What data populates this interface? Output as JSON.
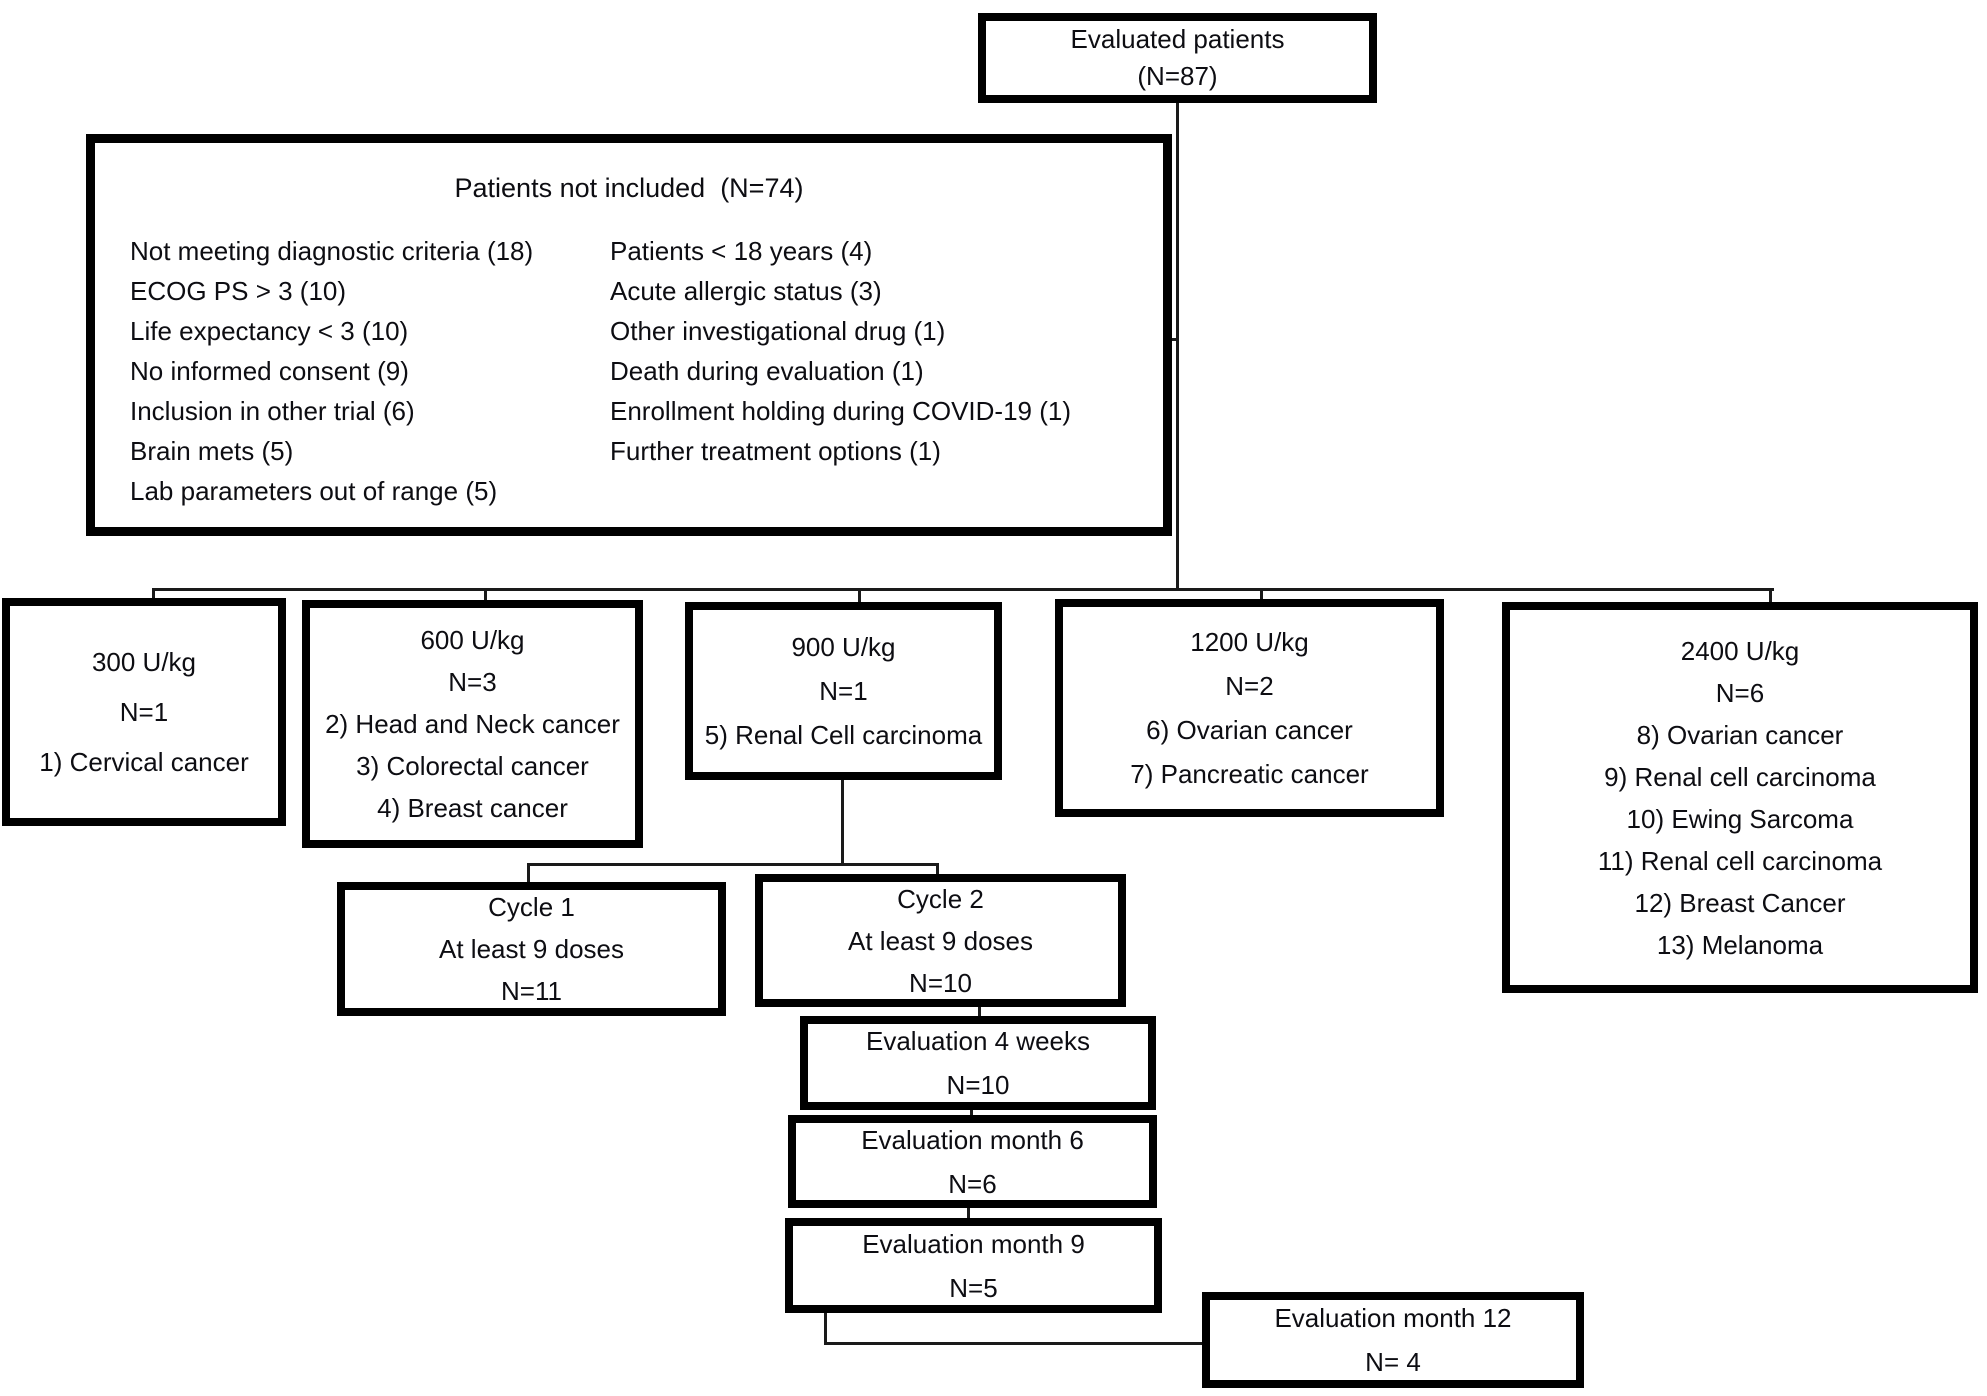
{
  "diagram": {
    "top_box": {
      "line1": "Evaluated patients",
      "line2": "(N=87)"
    },
    "excluded_box": {
      "title": "Patients not included  (N=74)",
      "left_items": [
        "Not meeting diagnostic criteria (18)",
        "ECOG PS > 3 (10)",
        "Life expectancy < 3 (10)",
        "No informed consent (9)",
        "Inclusion in other trial (6)",
        "Brain mets (5)",
        "Lab parameters out of range (5)"
      ],
      "right_items": [
        "Patients < 18 years (4)",
        "Acute allergic status (3)",
        "Other investigational drug (1)",
        "Death during evaluation (1)",
        "Enrollment holding during COVID-19 (1)",
        "Further treatment options (1)"
      ]
    },
    "dose_boxes": [
      {
        "dose": "300 U/kg",
        "n": "N=1",
        "items": [
          "1) Cervical cancer"
        ]
      },
      {
        "dose": "600 U/kg",
        "n": "N=3",
        "items": [
          "2) Head and Neck cancer",
          "3) Colorectal cancer",
          "4) Breast cancer"
        ]
      },
      {
        "dose": "900 U/kg",
        "n": "N=1",
        "items": [
          "5) Renal Cell carcinoma"
        ]
      },
      {
        "dose": "1200 U/kg",
        "n": "N=2",
        "items": [
          "6) Ovarian cancer",
          "7) Pancreatic cancer"
        ]
      },
      {
        "dose": "2400 U/kg",
        "n": "N=6",
        "items": [
          "8) Ovarian cancer",
          "9) Renal cell carcinoma",
          "10) Ewing Sarcoma",
          "11) Renal cell carcinoma",
          "12) Breast Cancer",
          "13) Melanoma"
        ]
      }
    ],
    "cycle_boxes": [
      {
        "line1": "Cycle 1",
        "line2": "At least 9 doses",
        "n": "N=11"
      },
      {
        "line1": "Cycle 2",
        "line2": "At least 9 doses",
        "n": "N=10"
      }
    ],
    "evaluation_boxes": [
      {
        "label": "Evaluation 4 weeks",
        "n": "N=10"
      },
      {
        "label": "Evaluation month 6",
        "n": "N=6"
      },
      {
        "label": "Evaluation month 9",
        "n": "N=5"
      },
      {
        "label": "Evaluation month 12",
        "n": "N= 4"
      }
    ],
    "colors": {
      "border": "#000000",
      "text": "#0d0d12",
      "connector": "#1a1a1a",
      "background": "#ffffff"
    }
  }
}
